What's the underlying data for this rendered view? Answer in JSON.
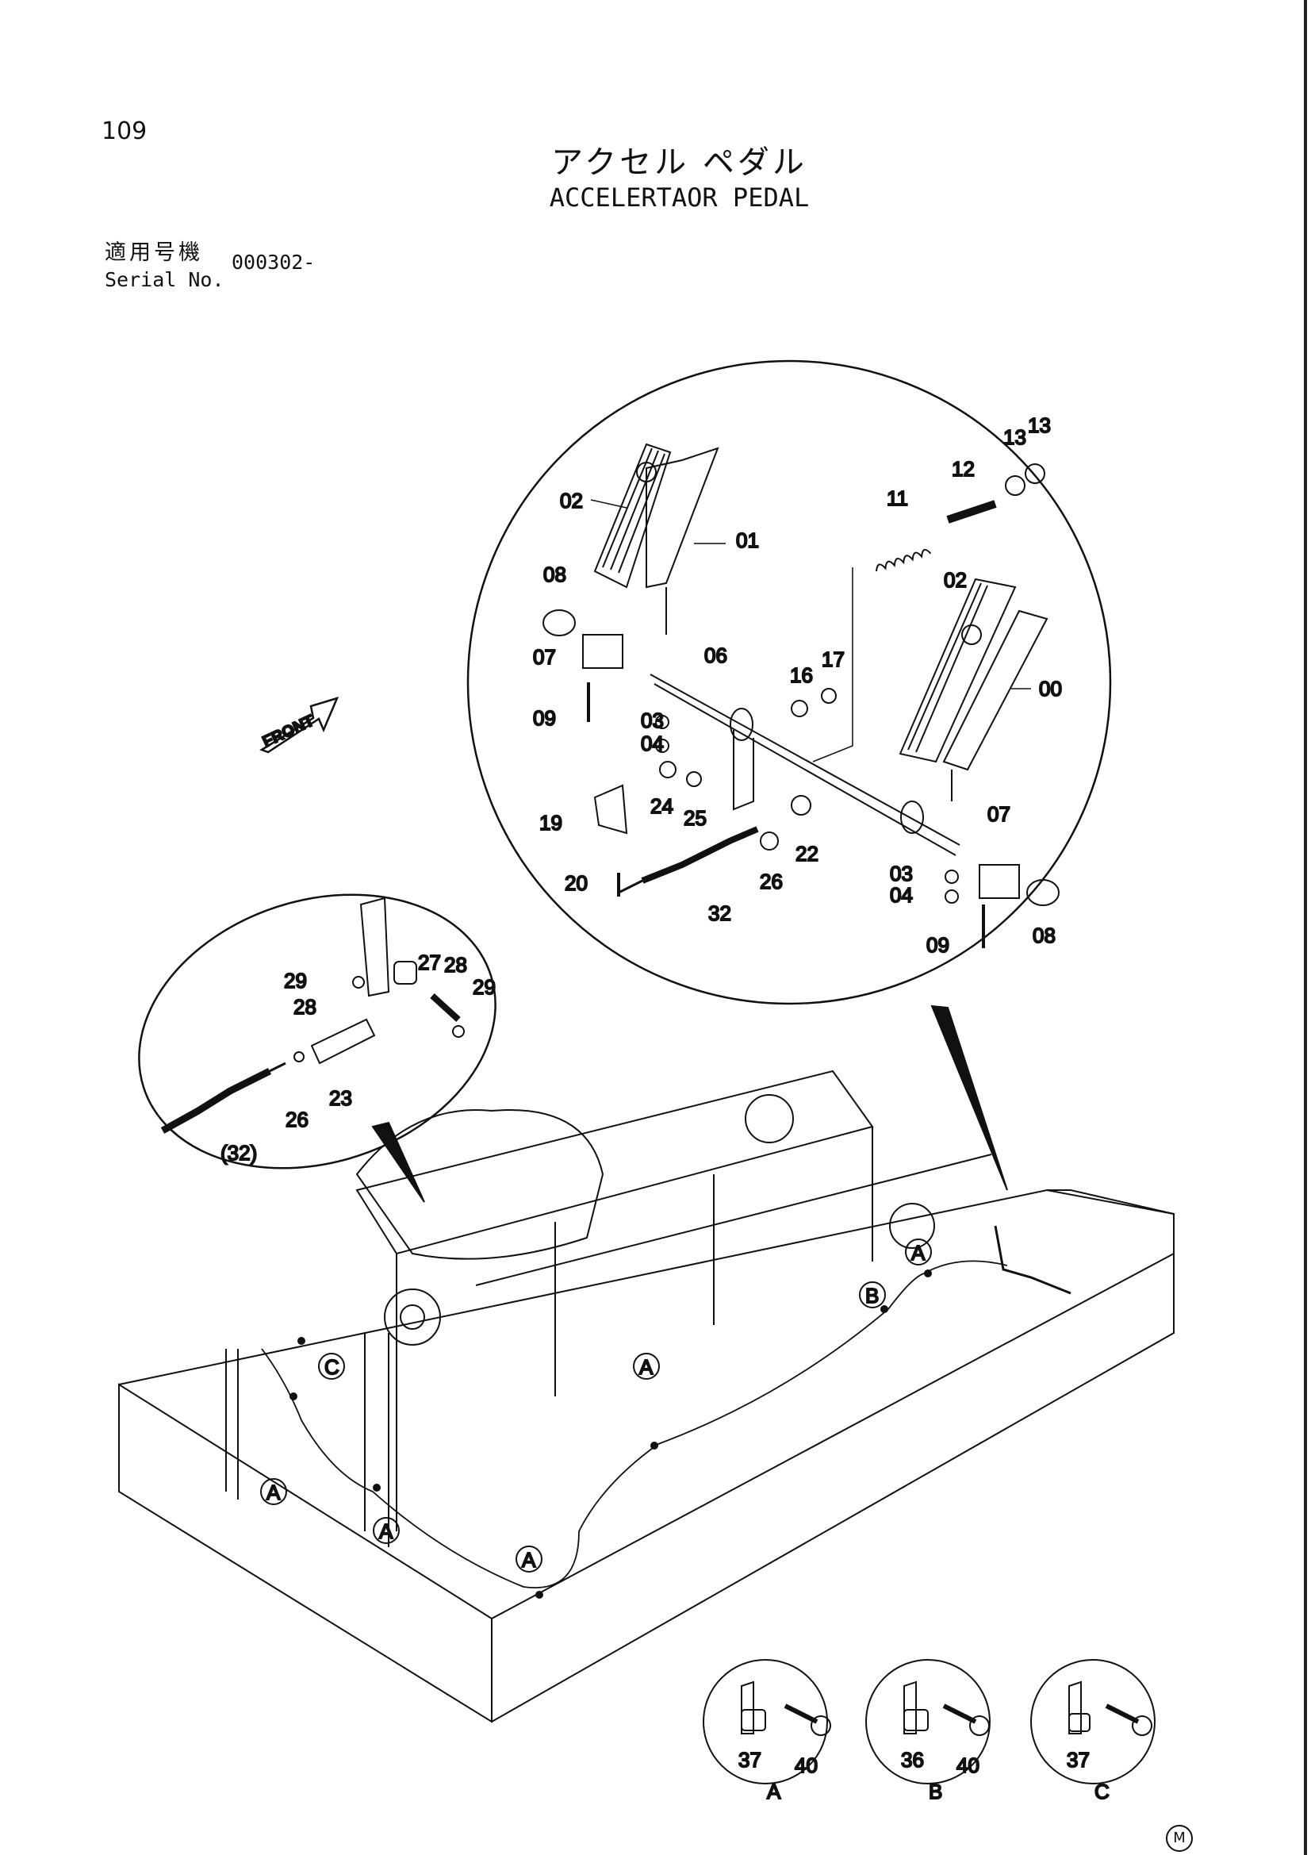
{
  "page": {
    "number": "109",
    "title_jp": "アクセル ペダル",
    "title_en": "ACCELERTAOR PEDAL",
    "serial_label_jp": "適用号機",
    "serial_label_en": "Serial No.",
    "serial_value": "000302-",
    "page_mark": "M"
  },
  "front_arrow": {
    "label": "FRONT"
  },
  "main_view": {
    "labels": [
      {
        "id": "l02a",
        "text": "02"
      },
      {
        "id": "l01",
        "text": "01"
      },
      {
        "id": "l08a",
        "text": "08"
      },
      {
        "id": "l07a",
        "text": "07"
      },
      {
        "id": "l09a",
        "text": "09"
      },
      {
        "id": "l03a",
        "text": "03"
      },
      {
        "id": "l04a",
        "text": "04"
      },
      {
        "id": "l06",
        "text": "06"
      },
      {
        "id": "l11",
        "text": "11"
      },
      {
        "id": "l12",
        "text": "12"
      },
      {
        "id": "l13a",
        "text": "13"
      },
      {
        "id": "l13b",
        "text": "13"
      },
      {
        "id": "l02b",
        "text": "02"
      },
      {
        "id": "l00",
        "text": "00"
      },
      {
        "id": "l16",
        "text": "16"
      },
      {
        "id": "l17",
        "text": "17"
      },
      {
        "id": "l24",
        "text": "24"
      },
      {
        "id": "l25",
        "text": "25"
      },
      {
        "id": "l19",
        "text": "19"
      },
      {
        "id": "l20",
        "text": "20"
      },
      {
        "id": "l32",
        "text": "32"
      },
      {
        "id": "l26",
        "text": "26"
      },
      {
        "id": "l22",
        "text": "22"
      },
      {
        "id": "l07b",
        "text": "07"
      },
      {
        "id": "l03b",
        "text": "03"
      },
      {
        "id": "l04b",
        "text": "04"
      },
      {
        "id": "l09b",
        "text": "09"
      },
      {
        "id": "l08b",
        "text": "08"
      }
    ]
  },
  "engine_view": {
    "labels": [
      {
        "id": "e29a",
        "text": "29"
      },
      {
        "id": "e27",
        "text": "27"
      },
      {
        "id": "e28a",
        "text": "28"
      },
      {
        "id": "e28b",
        "text": "28"
      },
      {
        "id": "e29b",
        "text": "29"
      },
      {
        "id": "e23",
        "text": "23"
      },
      {
        "id": "e26",
        "text": "26"
      },
      {
        "id": "e32",
        "text": "(32)"
      }
    ]
  },
  "frame_callouts": [
    "A",
    "B",
    "C",
    "A",
    "A",
    "A",
    "A"
  ],
  "detail_views": [
    {
      "letter": "A",
      "part_left": "37",
      "part_right": "40"
    },
    {
      "letter": "B",
      "part_left": "36",
      "part_right": "40"
    },
    {
      "letter": "C",
      "part_left": "37",
      "part_right": ""
    }
  ]
}
